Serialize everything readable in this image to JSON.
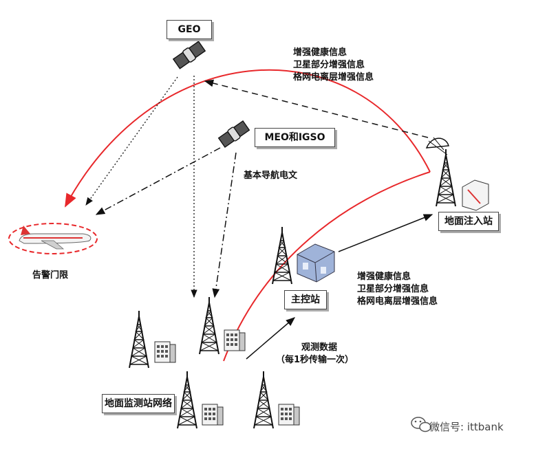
{
  "labels": {
    "geo": "GEO",
    "meo_igso": "MEO和IGSO",
    "ground_injection_station": "地面注入站",
    "master_control_station": "主控站",
    "monitoring_network": "地面监测站网络",
    "alert_threshold": "告警门限",
    "basic_nav_message": "基本导航电文",
    "observation_data": "观测数据",
    "observation_rate": "（每1秒传输一次）"
  },
  "info_upper": [
    "增强健康信息",
    "卫星部分增强信息",
    "格网电离层增强信息"
  ],
  "info_lower": [
    "增强健康信息",
    "卫星部分增强信息",
    "格网电离层增强信息"
  ],
  "watermark": "微信号: ittbank",
  "colors": {
    "red_link": "#e8282b",
    "ink": "#111111",
    "building": "#9fb3d9"
  }
}
